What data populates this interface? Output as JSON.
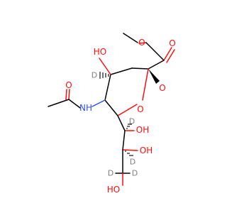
{
  "molecule": {
    "atoms": {
      "o_ester_single": "O",
      "o_ester_double": "O",
      "o_ring": "O",
      "o_anomeric_h": "O",
      "o_c4_h": "HO",
      "c4_d": "D",
      "nh": "NH",
      "o_acetyl": "O",
      "d_c7": "D",
      "o_c7_h": "OH",
      "d_c8": "D",
      "o_c8_h": "OH",
      "d_c9a": "D",
      "d_c9b": "D",
      "o_c9_h": "HO"
    }
  }
}
